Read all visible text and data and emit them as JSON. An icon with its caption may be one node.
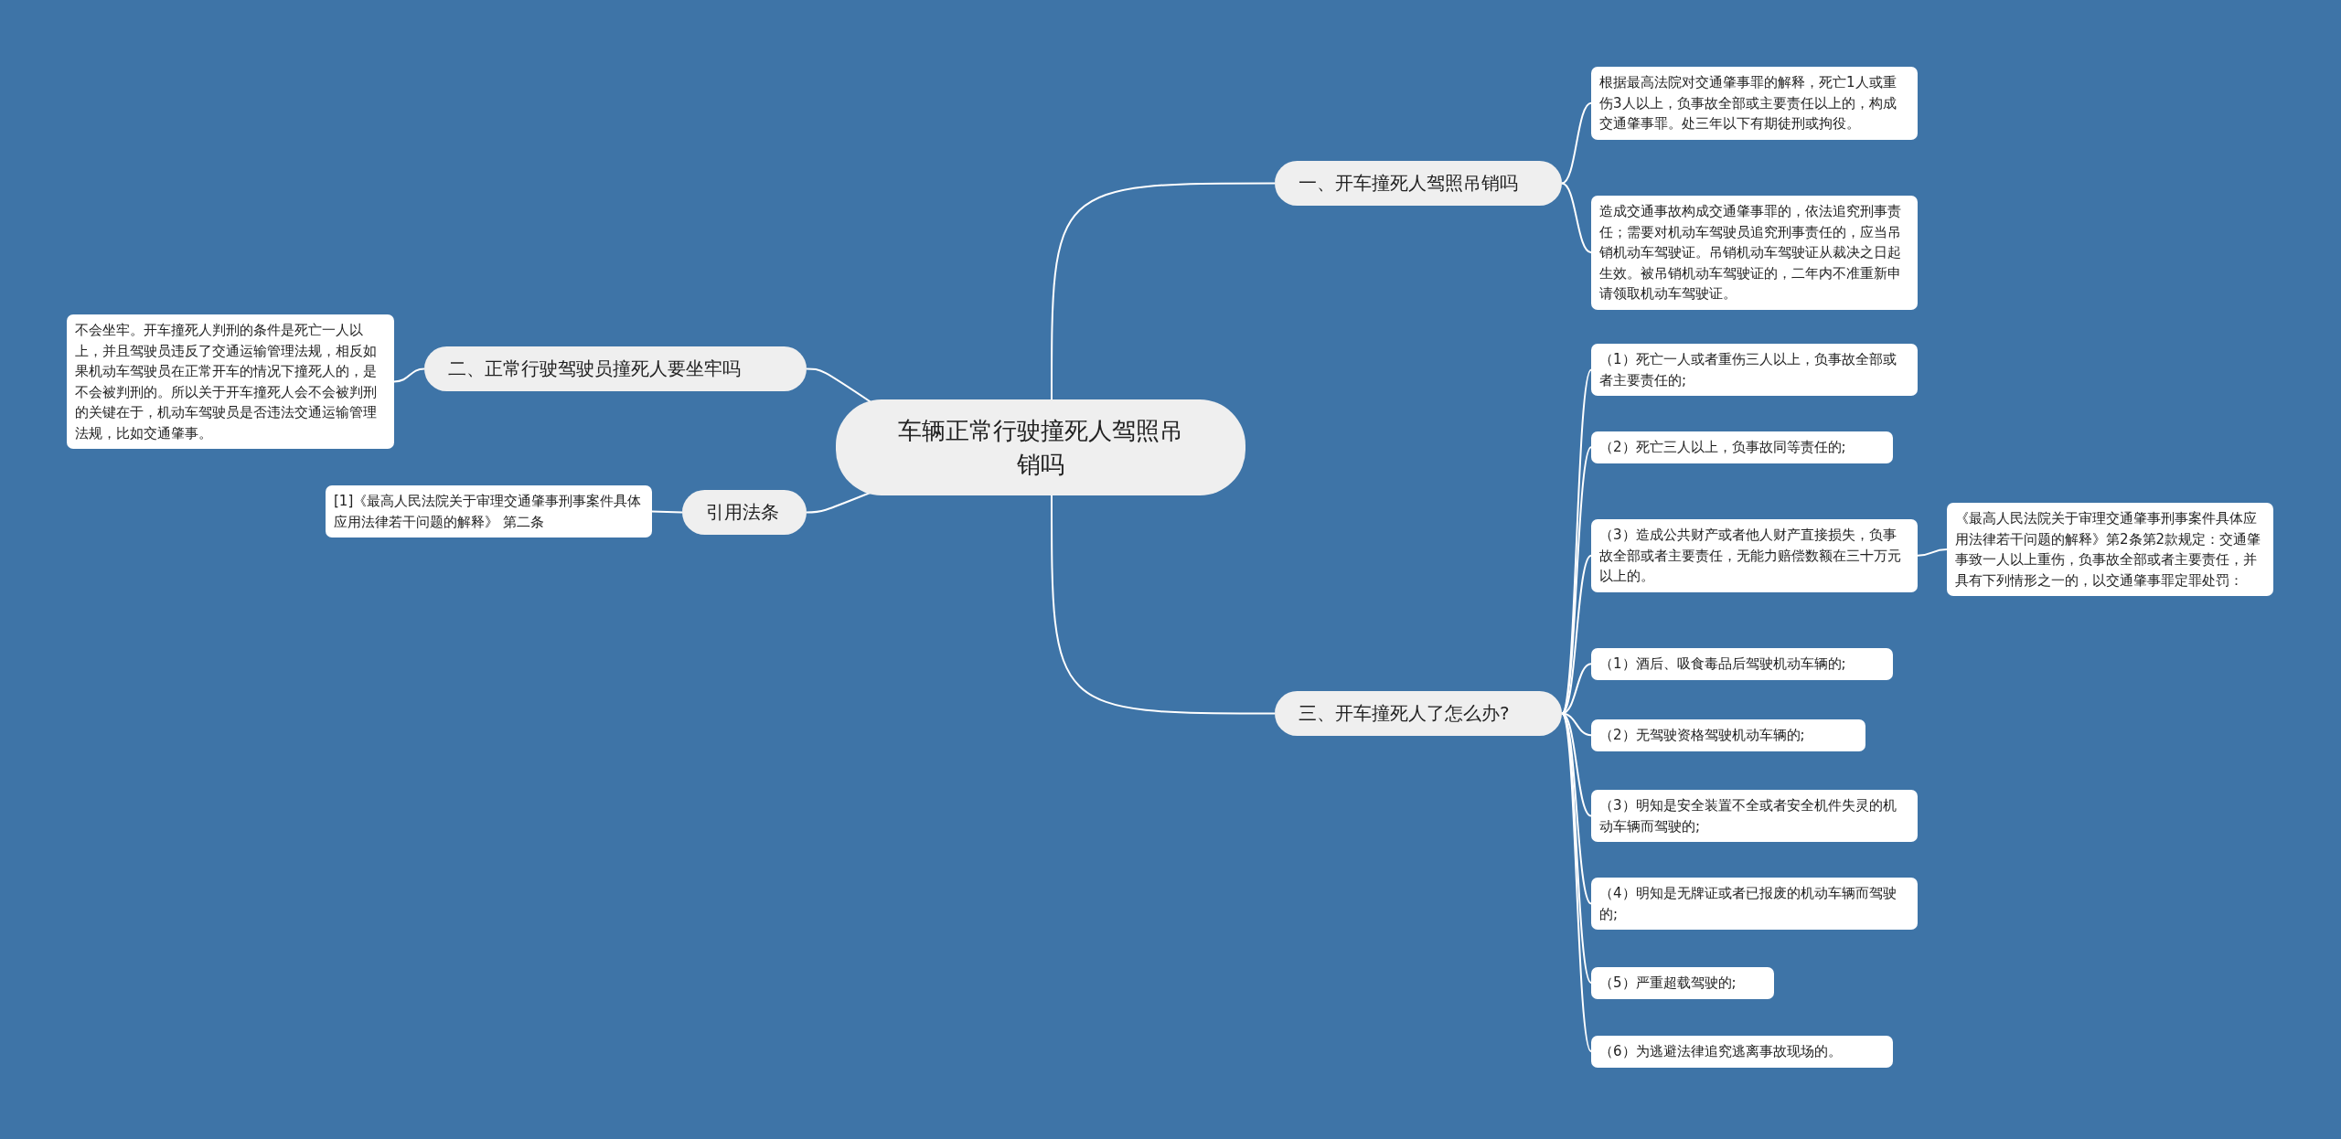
{
  "diagram": {
    "nodes": [
      {
        "text": [
          "车辆正常行驶撞死人驾照吊销吗"
        ]
      },
      {
        "text": [
          "一、开车撞死人驾照吊销吗"
        ]
      },
      {
        "text": [
          "根据最高法院对交通肇事罪的解释，死亡1人或重伤3人以上，负事故全部或主要责任以上的，构成交通肇事罪。处三年以下有期徒刑或拘役。"
        ]
      },
      {
        "text": [
          "造成交通事故构成交通肇事罪的，依法追究刑事责任；需要对机动车驾驶员追究刑事责任的，应当吊销机动车驾驶证。吊销机动车驾驶证从裁决之日起生效。被吊销机动车驾驶证的，二年内不准重新申请领取机动车驾驶证。"
        ]
      },
      {
        "text": [
          "二、正常行驶驾驶员撞死人要坐牢吗"
        ]
      },
      {
        "text": [
          "不会坐牢。开车撞死人判刑的条件是死亡一人以上，并且驾驶员违反了交通运输管理法规，相反如果机动车驾驶员在正常开车的情况下撞死人的，是不会被判刑的。所以关于开车撞死人会不会被判刑的关键在于，机动车驾驶员是否违法交通运输管理法规，比如交通肇事。"
        ]
      },
      {
        "text": [
          "引用法条"
        ]
      },
      {
        "text": [
          "[1]《最高人民法院关于审理交通肇事刑事案件具体应用法律若干问题的解释》 第二条"
        ]
      },
      {
        "text": [
          "三、开车撞死人了怎么办?"
        ]
      },
      {
        "text": [
          "（1）死亡一人或者重伤三人以上，负事故全部或者主要责任的;"
        ]
      },
      {
        "text": [
          "（2）死亡三人以上，负事故同等责任的;"
        ]
      },
      {
        "text": [
          "（3）造成公共财产或者他人财产直接损失，负事故全部或者主要责任，无能力赔偿数额在三十万元以上的。"
        ]
      },
      {
        "text": [
          "《最高人民法院关于审理交通肇事刑事案件具体应用法律若干问题的解释》第2条第2款规定：交通肇事致一人以上重伤，负事故全部或者主要责任，并具有下列情形之一的，以交通肇事罪定罪处罚："
        ]
      },
      {
        "text": [
          "（1）酒后、吸食毒品后驾驶机动车辆的;"
        ]
      },
      {
        "text": [
          "（2）无驾驶资格驾驶机动车辆的;"
        ]
      },
      {
        "text": [
          "（3）明知是安全装置不全或者安全机件失灵的机动车辆而驾驶的;"
        ]
      },
      {
        "text": [
          "（4）明知是无牌证或者已报废的机动车辆而驾驶的;"
        ]
      },
      {
        "text": [
          "（5）严重超载驾驶的;"
        ]
      },
      {
        "text": [
          "（6）为逃避法律追究逃离事故现场的。"
        ]
      }
    ],
    "edges": [
      {
        "from": 0,
        "to": 1,
        "arrow": "none"
      },
      {
        "from": 1,
        "to": 2,
        "arrow": "none"
      },
      {
        "from": 1,
        "to": 3,
        "arrow": "none"
      },
      {
        "from": 0,
        "to": 4,
        "arrow": "none"
      },
      {
        "from": 4,
        "to": 5,
        "arrow": "none"
      },
      {
        "from": 0,
        "to": 6,
        "arrow": "none"
      },
      {
        "from": 6,
        "to": 7,
        "arrow": "none"
      },
      {
        "from": 0,
        "to": 8,
        "arrow": "none"
      },
      {
        "from": 8,
        "to": 9,
        "arrow": "none"
      },
      {
        "from": 8,
        "to": 10,
        "arrow": "none"
      },
      {
        "from": 8,
        "to": 11,
        "arrow": "none"
      },
      {
        "from": 11,
        "to": 12,
        "arrow": "none"
      },
      {
        "from": 8,
        "to": 13,
        "arrow": "none"
      },
      {
        "from": 8,
        "to": 14,
        "arrow": "none"
      },
      {
        "from": 8,
        "to": 15,
        "arrow": "none"
      },
      {
        "from": 8,
        "to": 16,
        "arrow": "none"
      },
      {
        "from": 8,
        "to": 17,
        "arrow": "none"
      },
      {
        "from": 8,
        "to": 18,
        "arrow": "none"
      }
    ]
  }
}
